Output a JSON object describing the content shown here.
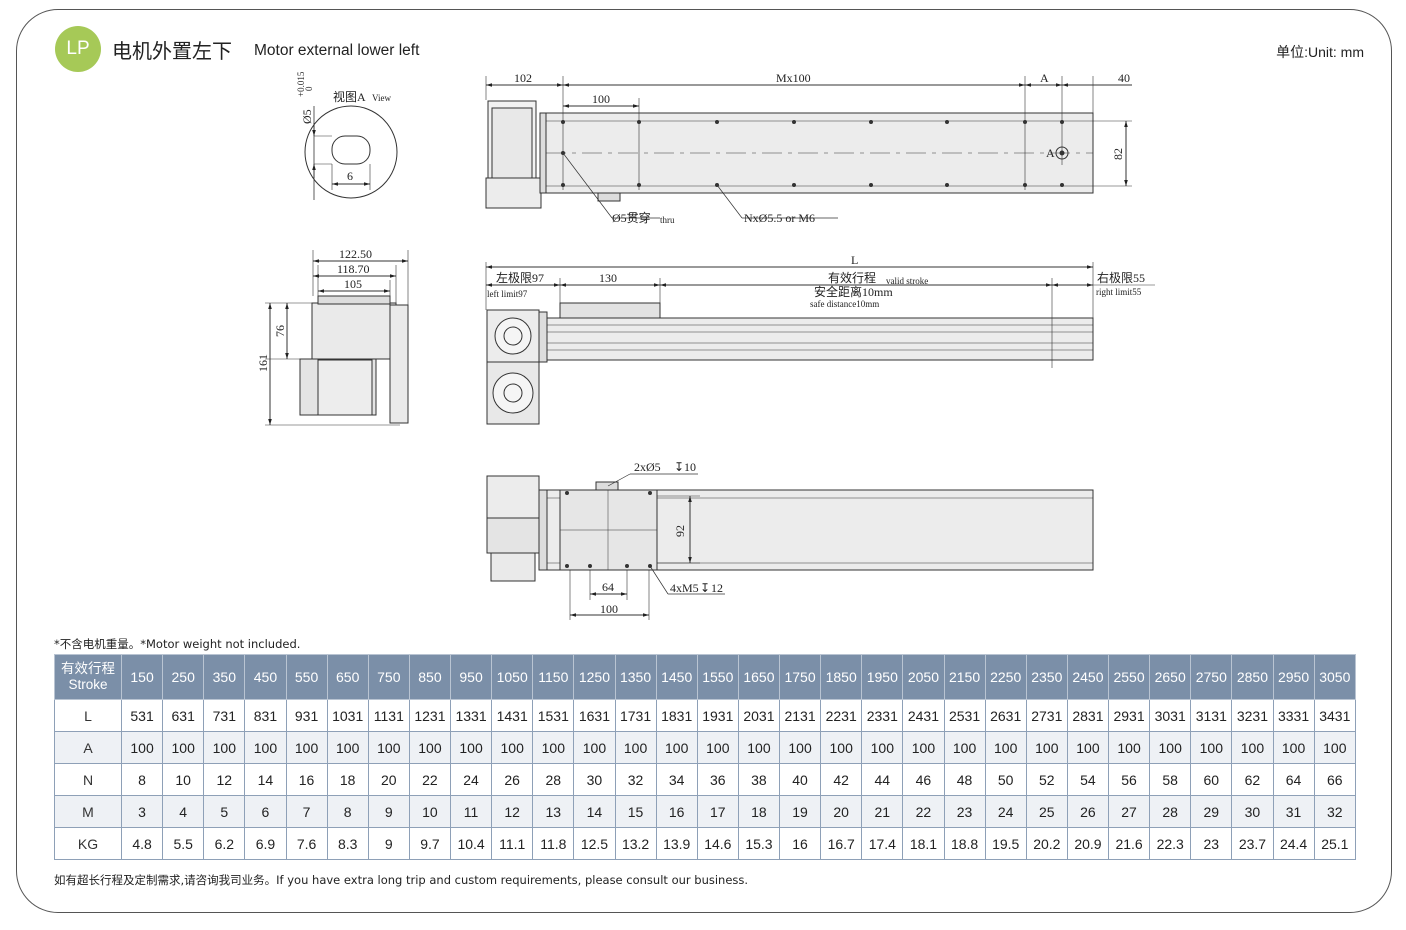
{
  "header": {
    "logo": "LP",
    "title_cn": "电机外置左下",
    "title_en": "Motor external  lower left",
    "unit": "单位:Unit: mm"
  },
  "drawing": {
    "view_a_label": "视图A",
    "view_a_label_en": "View",
    "dia5_tol_top": "+0.015",
    "dia5_tol_bottom": "0",
    "dia5": "Ø5",
    "dim_6": "6",
    "dim_102": "102",
    "dim_mx100": "Mx100",
    "dim_a": "A",
    "dim_40": "40",
    "dim_100_top": "100",
    "dim_82": "82",
    "a_mark": "A",
    "thru_hole": "Ø5贯穿",
    "thru_hole_en": "thru",
    "mount_holes": "NxØ5.5 or M6",
    "dim_122_50": "122.50",
    "dim_118_70": "118.70",
    "dim_105": "105",
    "dim_76": "76",
    "dim_161": "161",
    "dim_l": "L",
    "left_limit": "左极限97",
    "left_limit_en": "left limit97",
    "dim_130": "130",
    "valid_stroke": "有效行程",
    "valid_stroke_en": "valid stroke",
    "safe_distance": "安全距离10mm",
    "safe_distance_en": "safe distance10mm",
    "right_limit": "右极限55",
    "right_limit_en": "right limit55",
    "top_holes": "2xØ5",
    "top_holes_depth": "10",
    "dim_92": "92",
    "dim_64": "64",
    "dim_100_bottom": "100",
    "bottom_holes": "4xM5",
    "bottom_holes_depth": "12"
  },
  "note": "*不含电机重量。*Motor weight not included.",
  "table": {
    "header_cn": "有效行程",
    "header_en": "Stroke",
    "strokes": [
      "150",
      "250",
      "350",
      "450",
      "550",
      "650",
      "750",
      "850",
      "950",
      "1050",
      "1150",
      "1250",
      "1350",
      "1450",
      "1550",
      "1650",
      "1750",
      "1850",
      "1950",
      "2050",
      "2150",
      "2250",
      "2350",
      "2450",
      "2550",
      "2650",
      "2750",
      "2850",
      "2950",
      "3050"
    ],
    "rows": [
      {
        "label": "L",
        "values": [
          "531",
          "631",
          "731",
          "831",
          "931",
          "1031",
          "1131",
          "1231",
          "1331",
          "1431",
          "1531",
          "1631",
          "1731",
          "1831",
          "1931",
          "2031",
          "2131",
          "2231",
          "2331",
          "2431",
          "2531",
          "2631",
          "2731",
          "2831",
          "2931",
          "3031",
          "3131",
          "3231",
          "3331",
          "3431"
        ]
      },
      {
        "label": "A",
        "values": [
          "100",
          "100",
          "100",
          "100",
          "100",
          "100",
          "100",
          "100",
          "100",
          "100",
          "100",
          "100",
          "100",
          "100",
          "100",
          "100",
          "100",
          "100",
          "100",
          "100",
          "100",
          "100",
          "100",
          "100",
          "100",
          "100",
          "100",
          "100",
          "100",
          "100"
        ]
      },
      {
        "label": "N",
        "values": [
          "8",
          "10",
          "12",
          "14",
          "16",
          "18",
          "20",
          "22",
          "24",
          "26",
          "28",
          "30",
          "32",
          "34",
          "36",
          "38",
          "40",
          "42",
          "44",
          "46",
          "48",
          "50",
          "52",
          "54",
          "56",
          "58",
          "60",
          "62",
          "64",
          "66"
        ]
      },
      {
        "label": "M",
        "values": [
          "3",
          "4",
          "5",
          "6",
          "7",
          "8",
          "9",
          "10",
          "11",
          "12",
          "13",
          "14",
          "15",
          "16",
          "17",
          "18",
          "19",
          "20",
          "21",
          "22",
          "23",
          "24",
          "25",
          "26",
          "27",
          "28",
          "29",
          "30",
          "31",
          "32"
        ]
      },
      {
        "label": "KG",
        "values": [
          "4.8",
          "5.5",
          "6.2",
          "6.9",
          "7.6",
          "8.3",
          "9",
          "9.7",
          "10.4",
          "11.1",
          "11.8",
          "12.5",
          "13.2",
          "13.9",
          "14.6",
          "15.3",
          "16",
          "16.7",
          "17.4",
          "18.1",
          "18.8",
          "19.5",
          "20.2",
          "20.9",
          "21.6",
          "22.3",
          "23",
          "23.7",
          "24.4",
          "25.1"
        ]
      }
    ]
  },
  "footer": "如有超长行程及定制需求,请咨询我司业务。If you have extra long trip and custom requirements, please consult our business."
}
